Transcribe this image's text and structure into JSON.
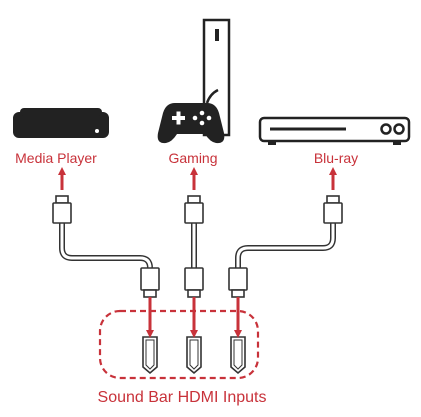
{
  "devices": {
    "media_player": {
      "label": "Media Player"
    },
    "gaming": {
      "label": "Gaming"
    },
    "bluray": {
      "label": "Blu-ray"
    }
  },
  "soundbar": {
    "label": "Sound Bar HDMI Inputs"
  },
  "colors": {
    "accent": "#c8323a",
    "device": "#222222",
    "outline": "#333333",
    "background": "#ffffff"
  }
}
